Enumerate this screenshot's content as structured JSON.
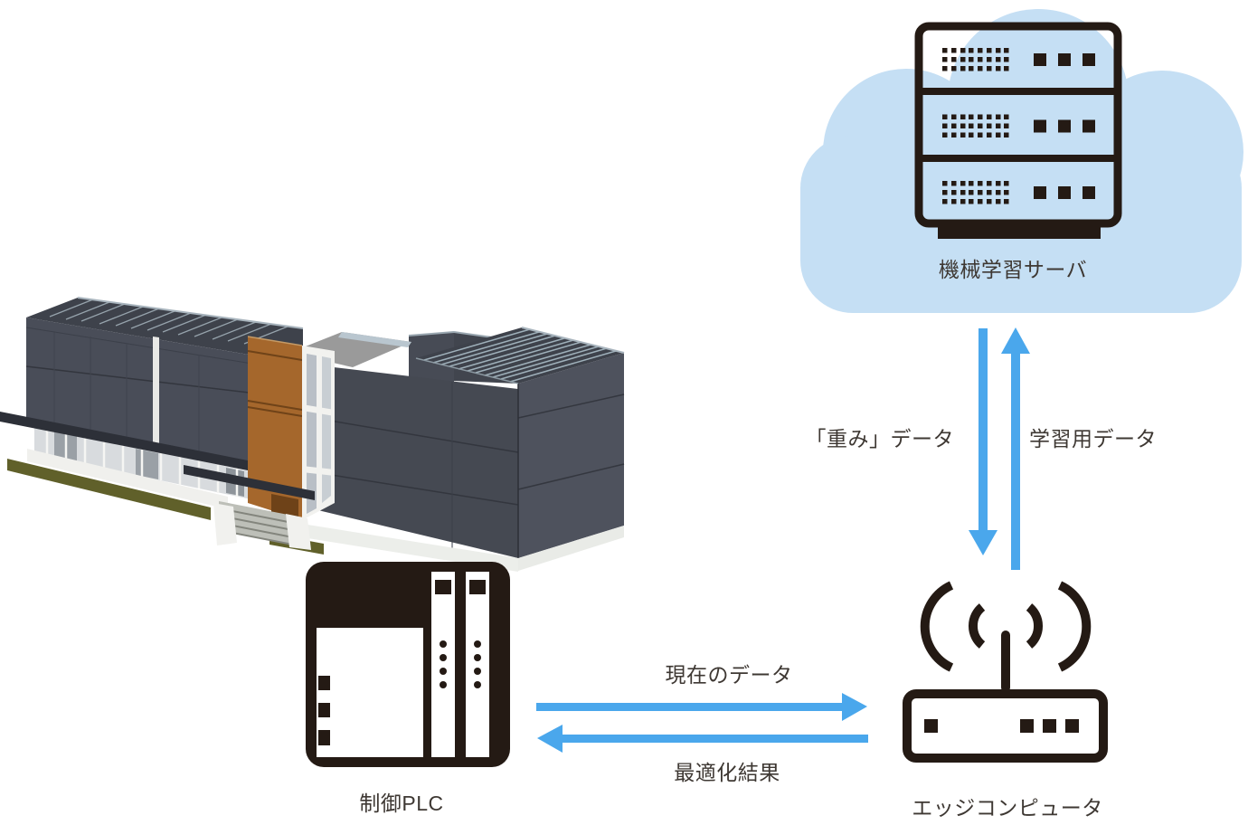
{
  "nodes": {
    "ml_server": {
      "label": "機械学習サーバ",
      "icon": "server-rack-icon",
      "container": "cloud"
    },
    "edge_computer": {
      "label": "エッジコンピュータ",
      "icon": "wifi-router-icon"
    },
    "plc": {
      "label": "制御PLC",
      "icon": "plc-icon"
    },
    "building": {
      "icon": "office-building-3d-icon"
    }
  },
  "flows": {
    "weights": {
      "from": "ml_server",
      "to": "edge_computer",
      "label": "「重み」データ",
      "direction": "down"
    },
    "training": {
      "from": "edge_computer",
      "to": "ml_server",
      "label": "学習用データ",
      "direction": "up"
    },
    "current": {
      "from": "plc",
      "to": "edge_computer",
      "label": "現在のデータ",
      "direction": "right"
    },
    "optimized": {
      "from": "edge_computer",
      "to": "plc",
      "label": "最適化結果",
      "direction": "left"
    }
  },
  "colors": {
    "arrow": "#4aa7ec",
    "cloud": "#c5dff4",
    "ink": "#241a14",
    "text": "#3e3833"
  }
}
